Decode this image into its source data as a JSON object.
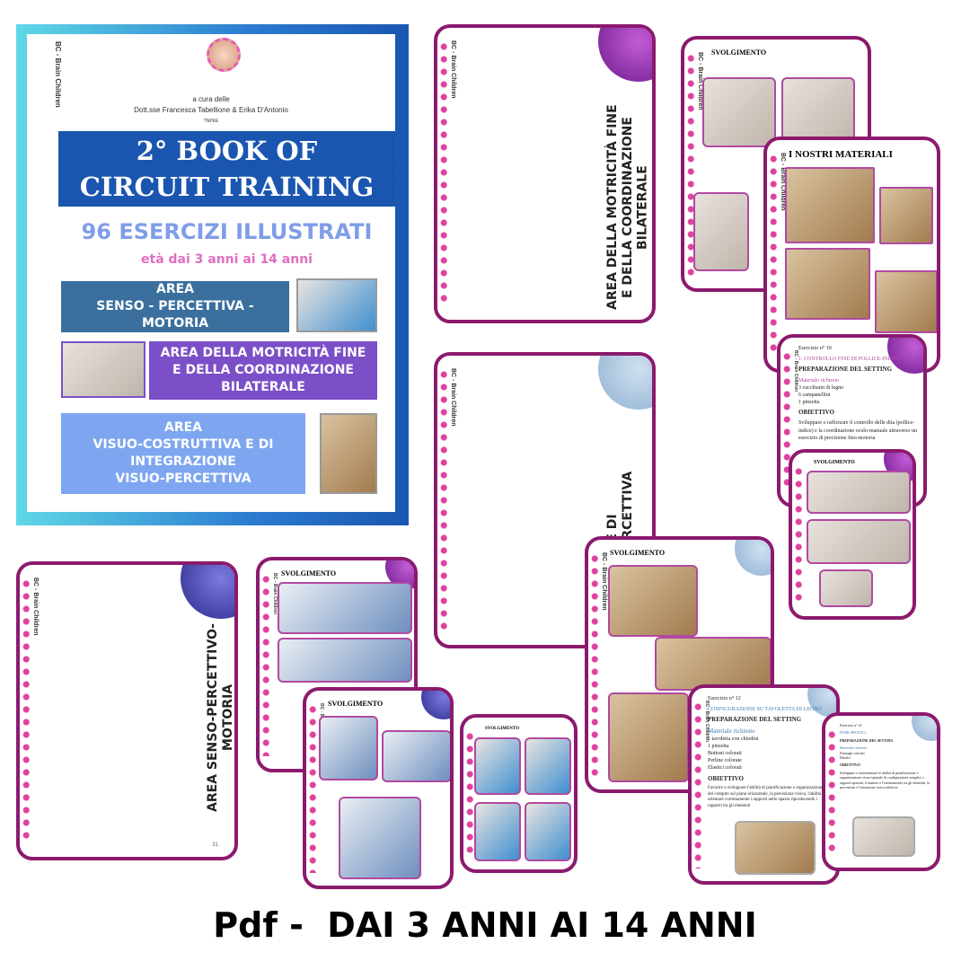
{
  "brand_spine": "BC - Brain Children",
  "cover": {
    "curated_by": "a cura delle",
    "authors": "Dott.sse Francesca Tabellione & Erika D'Antonio",
    "role": "TNPEE",
    "title_line1": "2° BOOK OF",
    "title_line2": "CIRCUIT TRAINING",
    "subtitle": "96 ESERCIZI ILLUSTRATI",
    "ages": "età dai 3 anni ai 14 anni",
    "area1": "AREA\nSENSO - PERCETTIVA - MOTORIA",
    "area2": "AREA DELLA MOTRICITÀ FINE E DELLA COORDINAZIONE BILATERALE",
    "area3": "AREA\nVISUO-COSTRUTTIVA E DI INTEGRAZIONE\nVISUO-PERCETTIVA"
  },
  "pages": {
    "fine_motor_title": "AREA DELLA MOTRICITÀ FINE E DELLA COORDINAZIONE BILATERALE",
    "visuo_title": "RUTTIVA E DI\nVISUO-PERCETTIVA",
    "senso_title": "AREA SENSO-PERCETTIVO-MOTORIA",
    "senso_page": "31",
    "svolgimento": "SVOLGIMENTO",
    "materials": "I NOSTRI MATERIALI",
    "ex10": {
      "num": "Esercizio n° 10",
      "title": "1. CONTROLLO FINE DI POLLICE-INDICE",
      "setting": "PREPARAZIONE DEL SETTING",
      "mat": "Materiale richiesto",
      "items": [
        "3 cucchiaini di legno",
        "6 campanellini",
        "1 pinzetta"
      ],
      "obj": "OBIETTIVO",
      "desc": "Sviluppare o rafforzare il controllo delle dita (pollice-indice) e la coordinazione oculo-manuale attraverso un esercizio di precisione fino-motoria"
    },
    "ex12": {
      "num": "Esercizio n° 12",
      "title": "CONFIGURAZIONE SU TAVOLETTA DI LEGNO",
      "setting": "PREPARAZIONE DEL SETTING",
      "mat": "Materiale richiesto",
      "items": [
        "1 tavoletta con chiodini",
        "1 pinzetta",
        "Bottoni colorati",
        "Perline colorate",
        "Elastici colorati"
      ],
      "obj": "OBIETTIVO",
      "desc": "Favorire o sviluppare l'abilità di pianificazione e organizzazione del compito sul piano orizzontale, la percezione visiva, l'abilità di orientare correttamente i rapporti nello spazio riproducendo i rapporti tra gli elementi"
    },
    "ex23": {
      "num": "Esercizio n° 23",
      "title": "FIORI SPAZIALI",
      "setting": "PREPARAZIONE DEL SETTING",
      "mat": "Materiale richiesto",
      "items": [
        "Fermagli colorati",
        "Elastici"
      ],
      "obj": "OBIETTIVO",
      "desc": "Sviluppare o incrementare le abilità di pianificazione e organizzazione visuo-spaziale di configurazioni semplici, i rapporti spaziali, il numero e l'orientamento tra gli elementi, la percezione e l'attenzione visiva selettiva."
    }
  },
  "footer": "Pdf -  DAI 3 ANNI AI 14 ANNI",
  "colors": {
    "border": "#8b1a6e",
    "title_blue": "#1a56b0",
    "pink": "#e06fc0"
  }
}
